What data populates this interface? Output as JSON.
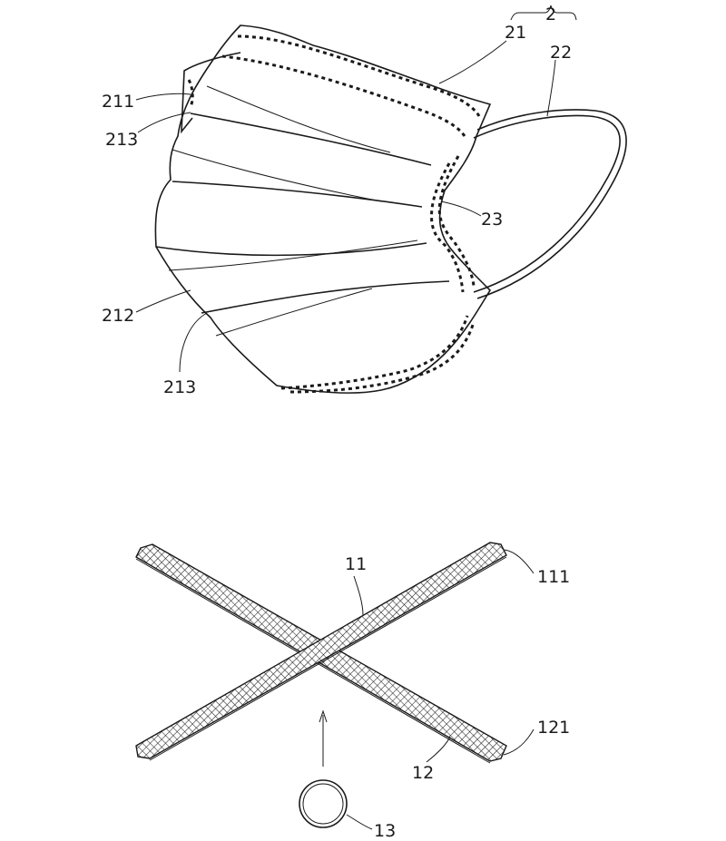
{
  "labels": {
    "mask_assembly": "2",
    "mask_body": "21",
    "ear_loop": "22",
    "seal_line": "23",
    "upper_edge": "211",
    "lower_edge": "212",
    "pleat_upper": "213",
    "pleat_lower": "213",
    "strip_a": "11",
    "strip_a_end": "111",
    "strip_b": "12",
    "strip_b_end": "121",
    "ring": "13"
  }
}
